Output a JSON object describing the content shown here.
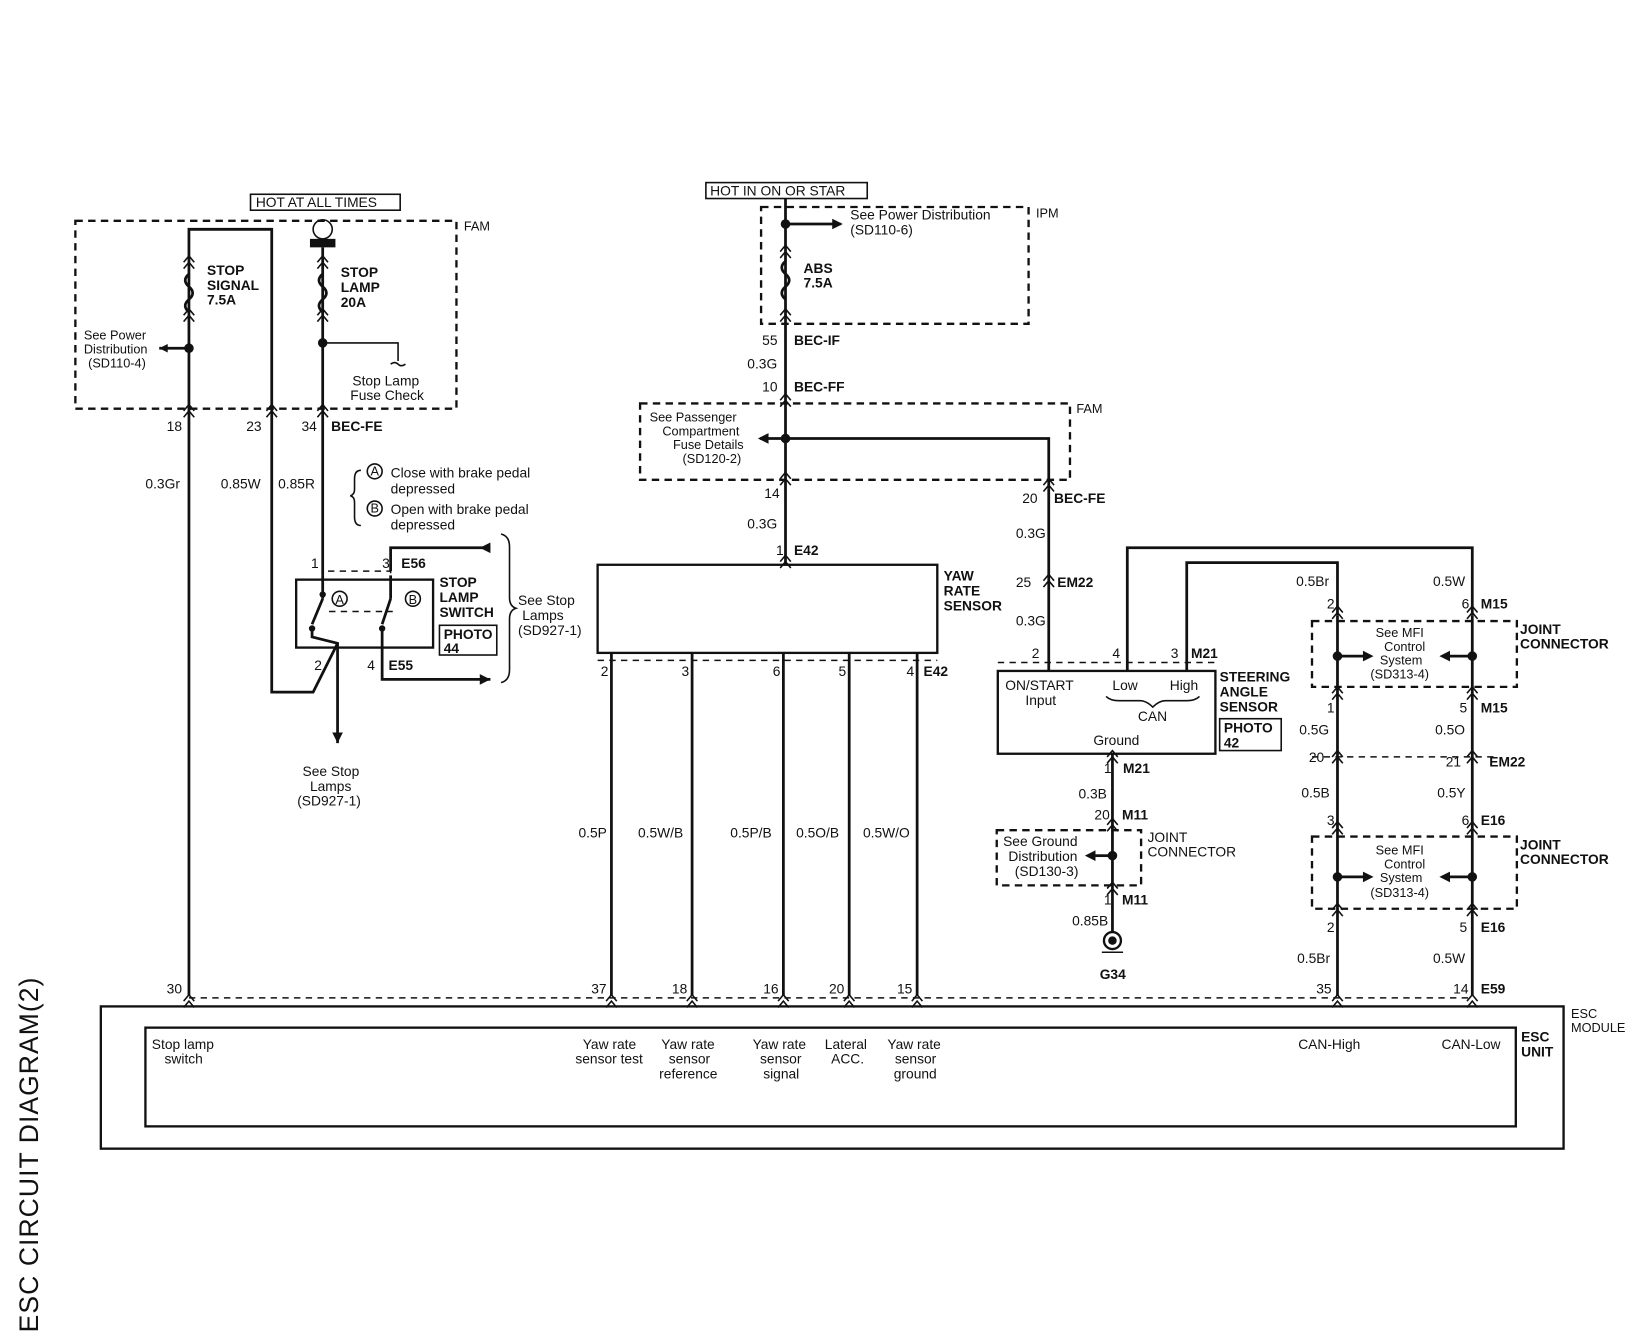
{
  "title": "ESC CIRCUIT DIAGRAM(2)",
  "power_labels": {
    "hot_all_times": "HOT AT ALL TIMES",
    "hot_in_on": "HOT IN ON OR STAR"
  },
  "fam_box": {
    "label": "FAM",
    "fuse1": [
      "STOP",
      "SIGNAL",
      "7.5A"
    ],
    "fuse2": [
      "STOP",
      "LAMP",
      "20A"
    ],
    "see_power": [
      "See Power",
      "Distribution",
      "(SD110-4)"
    ],
    "fuse_check": [
      "Stop Lamp",
      "Fuse Check"
    ],
    "pins": [
      "18",
      "23",
      "34"
    ],
    "connector": "BEC-FE"
  },
  "ipm_box": {
    "label": "IPM",
    "see_power": [
      "See Power Distribution",
      "(SD110-6)"
    ],
    "fuse": [
      "ABS",
      "7.5A"
    ],
    "pin": "55",
    "connector": "BEC-IF"
  },
  "fam2_box": {
    "label": "FAM",
    "see_passenger": [
      "See Passenger",
      "Compartment",
      "Fuse Details",
      "(SD120-2)"
    ],
    "pin_in": "10",
    "conn_in": "BEC-FF",
    "pin_out1": "14",
    "pin_out2": "20",
    "conn_out2": "BEC-FE"
  },
  "wires": {
    "w1": "0.3Gr",
    "w2": "0.85W",
    "w3": "0.85R",
    "ipm_out": "0.3G",
    "fam2_out": "0.3G",
    "em22_in": "0.3G",
    "em22_out": "0.3G",
    "yaw1": "0.5P",
    "yaw2": "0.5W/B",
    "yaw3": "0.5P/B",
    "yaw4": "0.5O/B",
    "yaw5": "0.5W/O",
    "m21_g": "0.3B",
    "m11_g": "0.85B",
    "m15_l": "0.5Br",
    "m15_r": "0.5W",
    "m15o_l": "0.5G",
    "m15o_r": "0.5O",
    "em22b_l": "0.5B",
    "em22b_r": "0.5Y",
    "e16_l": "0.5Br",
    "e16_r": "0.5W"
  },
  "switch_notes": {
    "a": "Close with brake pedal",
    "a2": "depressed",
    "b": "Open with brake pedal",
    "b2": "depressed",
    "a_mark": "A",
    "b_mark": "B"
  },
  "stop_lamp_switch": {
    "name": [
      "STOP",
      "LAMP",
      "SWITCH"
    ],
    "photo": [
      "PHOTO",
      "44"
    ],
    "pin1": "1",
    "pin2": "2",
    "pin3": "3",
    "pin4": "4",
    "conn_top": "E56",
    "conn_bot": "E55",
    "see_stop": [
      "See Stop",
      "Lamps",
      "(SD927-1)"
    ],
    "see_stop2": [
      "See Stop",
      "Lamps",
      "(SD927-1)"
    ]
  },
  "yaw_sensor": {
    "name": [
      "YAW",
      "RATE",
      "SENSOR"
    ],
    "pin_in": "1",
    "conn_in": "E42",
    "pins": [
      "2",
      "3",
      "6",
      "5",
      "4"
    ],
    "conn_out": "E42"
  },
  "steering": {
    "name": [
      "STEERING",
      "ANGLE",
      "SENSOR"
    ],
    "photo": [
      "PHOTO",
      "42"
    ],
    "on_start": [
      "ON/START",
      "Input"
    ],
    "low": "Low",
    "high": "High",
    "can": "CAN",
    "ground": "Ground",
    "pin_em22": "25",
    "conn_em22": "EM22",
    "pins": [
      "2",
      "4",
      "3"
    ],
    "conn": "M21",
    "gnd_pin": "1",
    "gnd_conn": "M21"
  },
  "ground_joint": {
    "label": [
      "JOINT",
      "CONNECTOR"
    ],
    "see": [
      "See Ground",
      "Distribution",
      "(SD130-3)"
    ],
    "pin_in": "20",
    "conn_in": "M11",
    "pin_out": "1",
    "conn_out": "M11",
    "ground": "G34"
  },
  "joint1": {
    "label": [
      "JOINT",
      "CONNECTOR"
    ],
    "see": [
      "See MFI",
      "Control",
      "System",
      "(SD313-4)"
    ],
    "pin_tl": "2",
    "pin_tr": "6",
    "conn_t": "M15",
    "pin_bl": "1",
    "pin_br": "5",
    "conn_b": "M15"
  },
  "em22_pass": {
    "pin_l": "20",
    "pin_r": "21",
    "conn": "EM22"
  },
  "joint2": {
    "label": [
      "JOINT",
      "CONNECTOR"
    ],
    "see": [
      "See MFI",
      "Control",
      "System",
      "(SD313-4)"
    ],
    "pin_tl": "3",
    "pin_tr": "6",
    "conn_t": "E16",
    "pin_bl": "2",
    "pin_br": "5",
    "conn_b": "E16"
  },
  "esc": {
    "module": [
      "ESC",
      "MODULE"
    ],
    "unit": [
      "ESC",
      "UNIT"
    ],
    "pins": [
      "30",
      "37",
      "18",
      "16",
      "20",
      "15",
      "35",
      "14"
    ],
    "conn": "E59",
    "labels": {
      "stop_lamp": [
        "Stop lamp",
        "switch"
      ],
      "yaw_test": [
        "Yaw rate",
        "sensor test"
      ],
      "yaw_ref": [
        "Yaw rate",
        "sensor",
        "reference"
      ],
      "yaw_sig": [
        "Yaw rate",
        "sensor",
        "signal"
      ],
      "lat": [
        "Lateral",
        "ACC."
      ],
      "yaw_gnd": [
        "Yaw rate",
        "sensor",
        "ground"
      ],
      "can_high": "CAN-High",
      "can_low": "CAN-Low"
    }
  }
}
